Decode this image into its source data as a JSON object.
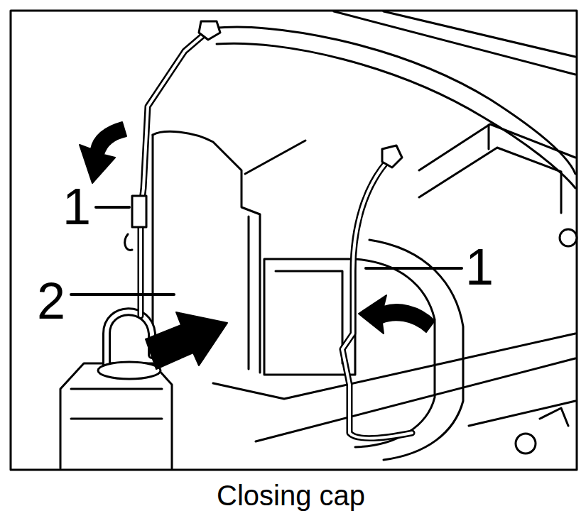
{
  "diagram": {
    "caption": "Closing cap",
    "labels": [
      "1",
      "2",
      "1"
    ]
  }
}
